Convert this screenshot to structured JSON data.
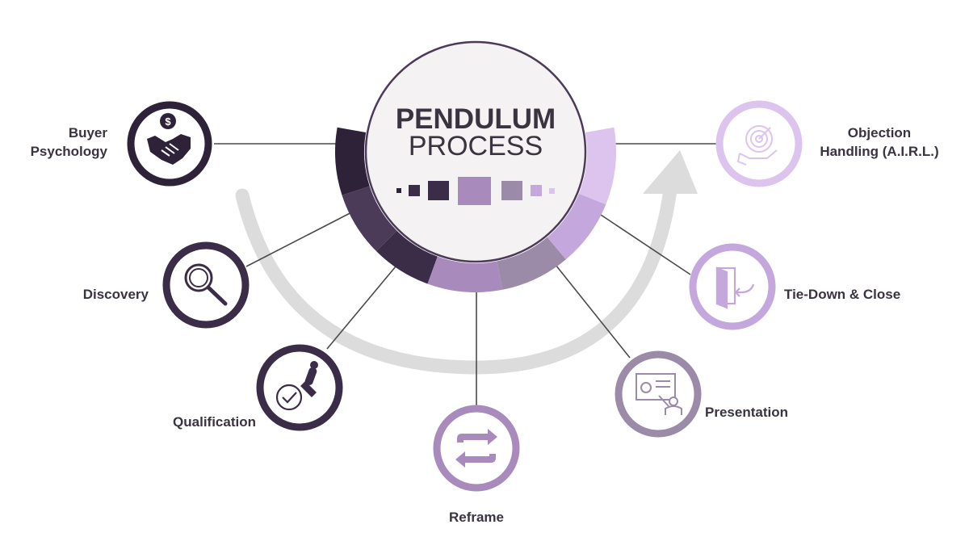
{
  "title": {
    "line1": "PENDULUM",
    "line2": "PROCESS"
  },
  "stages": [
    {
      "label": "Buyer\nPsychology",
      "icon": "handshake-dollar-icon",
      "color": "#2e2238"
    },
    {
      "label": "Discovery",
      "icon": "magnifier-icon",
      "color": "#3b2d48"
    },
    {
      "label": "Qualification",
      "icon": "approval-stamp-icon",
      "color": "#3b2d48"
    },
    {
      "label": "Reframe",
      "icon": "reframe-arrows-icon",
      "color": "#a88abd"
    },
    {
      "label": "Presentation",
      "icon": "presentation-board-icon",
      "color": "#9b8ba9"
    },
    {
      "label": "Tie-Down & Close",
      "icon": "door-exit-icon",
      "color": "#c4a7dd"
    },
    {
      "label": "Objection\nHandling (A.I.R.L.)",
      "icon": "target-hand-icon",
      "color": "#dcc4ef"
    }
  ],
  "colors": {
    "ring_segments": [
      "#2e2238",
      "#4b3a58",
      "#3b2d48",
      "#a88abd",
      "#9b8ba9",
      "#c4a7dd",
      "#dcc4ef"
    ],
    "center_fill": "#f5f2f3",
    "arrow": "#dcdcdc",
    "connector": "#4a4a4a"
  }
}
